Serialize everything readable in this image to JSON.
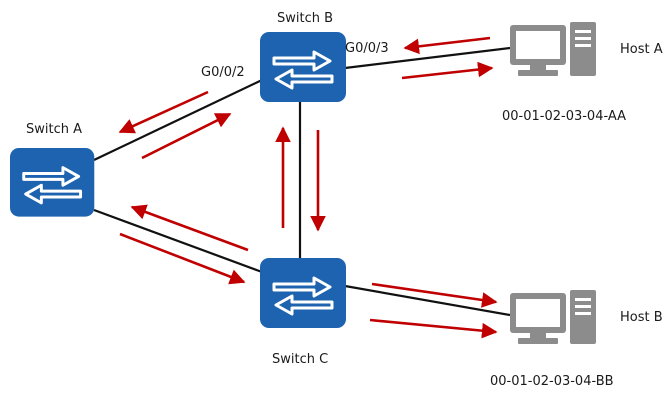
{
  "switches": {
    "a": {
      "label": "Switch A"
    },
    "b": {
      "label": "Switch B"
    },
    "c": {
      "label": "Switch C"
    }
  },
  "hosts": {
    "a": {
      "label": "Host A",
      "mac": "00-01-02-03-04-AA"
    },
    "b": {
      "label": "Host B",
      "mac": "00-01-02-03-04-BB"
    }
  },
  "ports": {
    "b_to_a": "G0/0/2",
    "b_to_host_a": "G0/0/3"
  },
  "colors": {
    "switch_fill": "#1e63b0",
    "arrow": "#c00000",
    "link": "#111111",
    "host": "#8c8c8c"
  },
  "icons": {
    "switch": "switch-icon",
    "host": "desktop-computer-icon"
  }
}
